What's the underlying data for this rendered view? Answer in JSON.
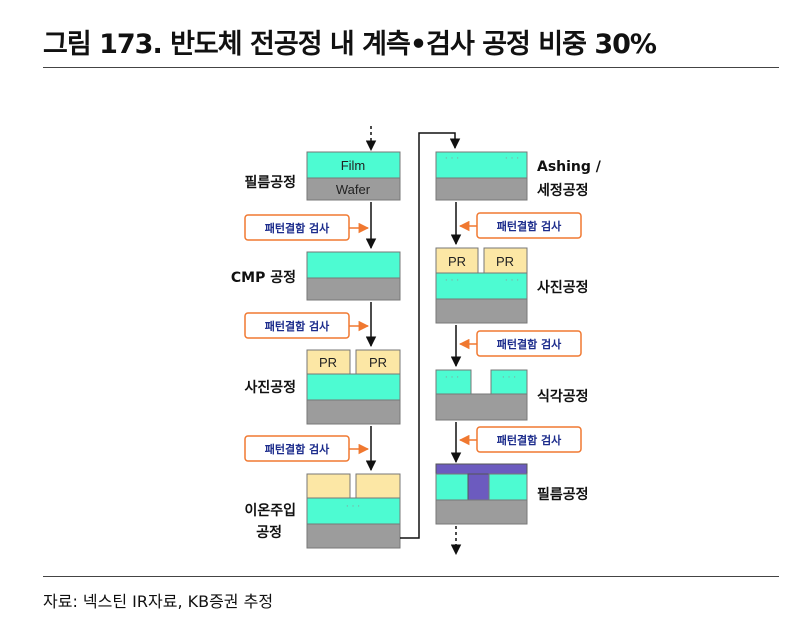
{
  "title": "그림 173. 반도체 전공정 내 계측•검사 공정 비중 30%",
  "source": "자료: 넥스틴 IR자료, KB증권 추정",
  "steps": {
    "film": "필름공정",
    "cmp": "CMP 공정",
    "photo": "사진공정",
    "ion_line1": "이온주입",
    "ion_line2": "공정",
    "ashing_line1": "Ashing /",
    "ashing_line2": "세정공정",
    "photo2": "사진공정",
    "etch": "식각공정",
    "film2": "필름공정"
  },
  "layers": {
    "film": "Film",
    "wafer": "Wafer",
    "pr": "PR"
  },
  "inspection_label": "패턴결함 검사",
  "colors": {
    "film": "#4dfbd2",
    "wafer": "#9c9c9c",
    "pr": "#fce7a5",
    "metal": "#6c5bbf",
    "arrow": "#f07830",
    "inspection_border": "#f07830",
    "inspection_text": "#1c2c8c"
  }
}
